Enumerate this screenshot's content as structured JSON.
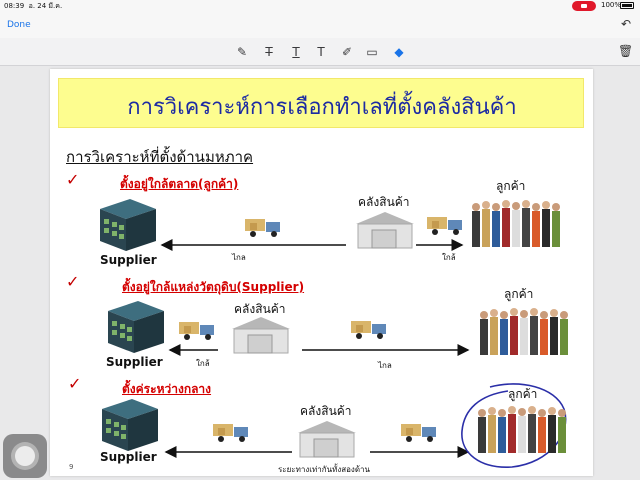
{
  "status_bar": {
    "time": "08:39",
    "date": "อ. 24 มี.ค.",
    "battery": "100%"
  },
  "nav": {
    "done_label": "Done",
    "undo_icon": "undo-icon"
  },
  "toolbar": {
    "tools": [
      "pen-icon",
      "strikethrough-icon",
      "underline-icon",
      "text-icon",
      "marker-icon",
      "comment-icon",
      "eraser-icon"
    ],
    "trash_icon": "trash-icon"
  },
  "slide": {
    "title": "การวิเคราะห์การเลือกทำเลที่ตั้งคลังสินค้า",
    "subtitle": "การวิเคราะห์ที่ตั้งด้านมหภาค",
    "options": [
      {
        "label": "ตั้งอยู่ใกล้ตลาด(ลูกค้า)",
        "supplier": "Supplier",
        "warehouse": "คลังสินค้า",
        "customer": "ลูกค้า",
        "dist_left": "ไกล",
        "dist_right": "ใกล้"
      },
      {
        "label": "ตั้งอยู่ใกล้แหล่งวัตถุดิบ(Supplier)",
        "supplier": "Supplier",
        "warehouse": "คลังสินค้า",
        "customer": "ลูกค้า",
        "dist_left": "ใกล้",
        "dist_right": "ไกล"
      },
      {
        "label": "ตั้งค่ระหว่างกลาง",
        "supplier": "Supplier",
        "warehouse": "คลังสินค้า",
        "customer": "ลูกค้า",
        "dist_note": "ระยะทางเท่ากันทั้งสองด้าน"
      }
    ],
    "page_number": "9"
  },
  "colors": {
    "banner_bg": "#fdfd8f",
    "title_blue": "#1c2aa3",
    "option_red": "#d40000",
    "ink_blue": "#2b2fa8",
    "link_blue": "#1a74e8"
  }
}
